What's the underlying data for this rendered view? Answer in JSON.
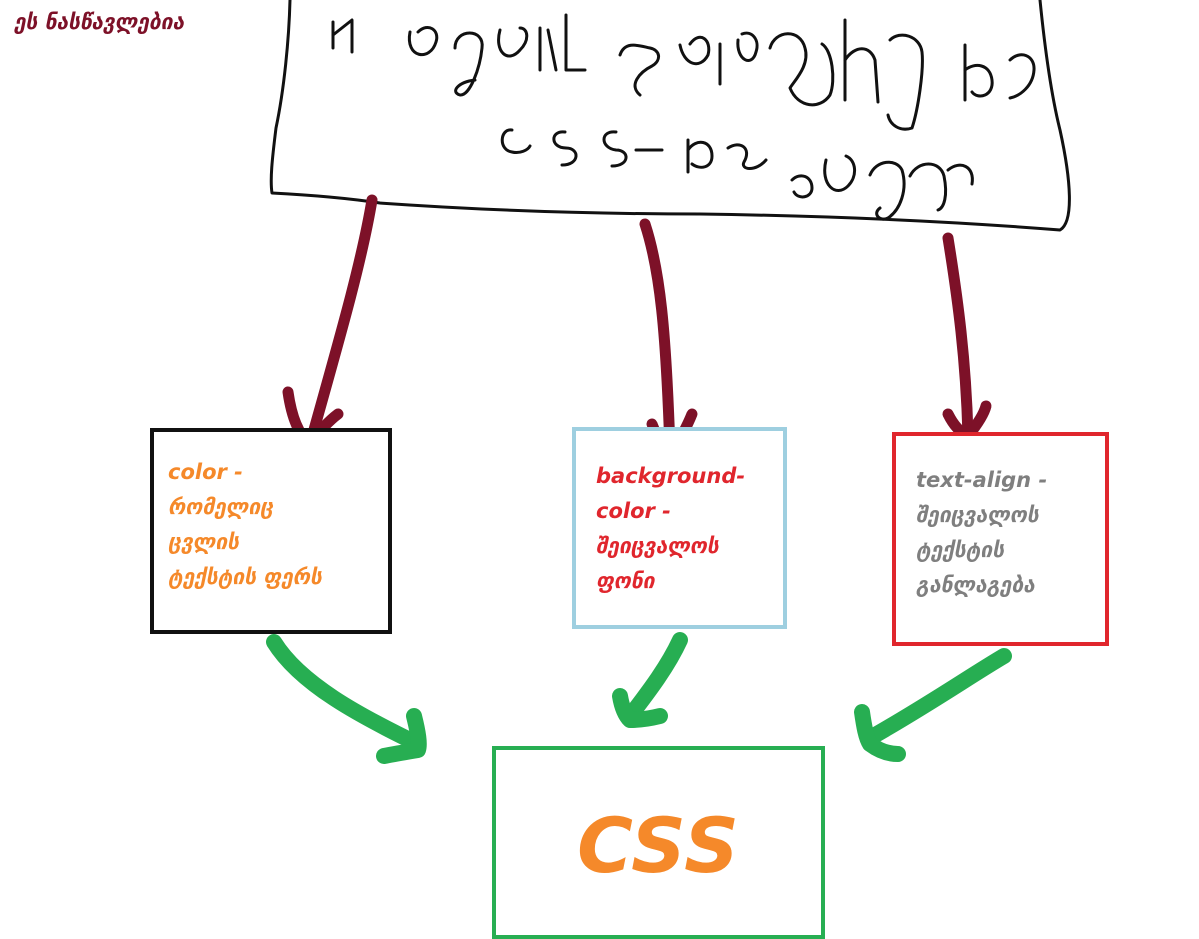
{
  "corner_label": "ეს ნასწავლებია",
  "colors": {
    "dark_red": "#7d1128",
    "green": "#27ae52",
    "orange": "#f5892a",
    "red": "#e0262d",
    "gray": "#7f7f7f",
    "light_blue": "#9ecfe0"
  },
  "boxes": [
    {
      "property": "color",
      "lines": [
        "color -",
        "რომელიც",
        "ცვლის",
        "ტექსტის ფერს"
      ],
      "text_color": "#f5892a",
      "border_color": "#111111"
    },
    {
      "property": "background-color",
      "lines": [
        "background-",
        "color -",
        "შეიცვალოს",
        "ფონი"
      ],
      "text_color": "#e0262d",
      "border_color": "#9ecfe0"
    },
    {
      "property": "text-align",
      "lines": [
        "text-align -",
        "შეიცვალოს",
        "ტექსტის",
        "განლაგება"
      ],
      "text_color": "#7f7f7f",
      "border_color": "#e0262d"
    }
  ],
  "target": {
    "label": "CSS"
  }
}
